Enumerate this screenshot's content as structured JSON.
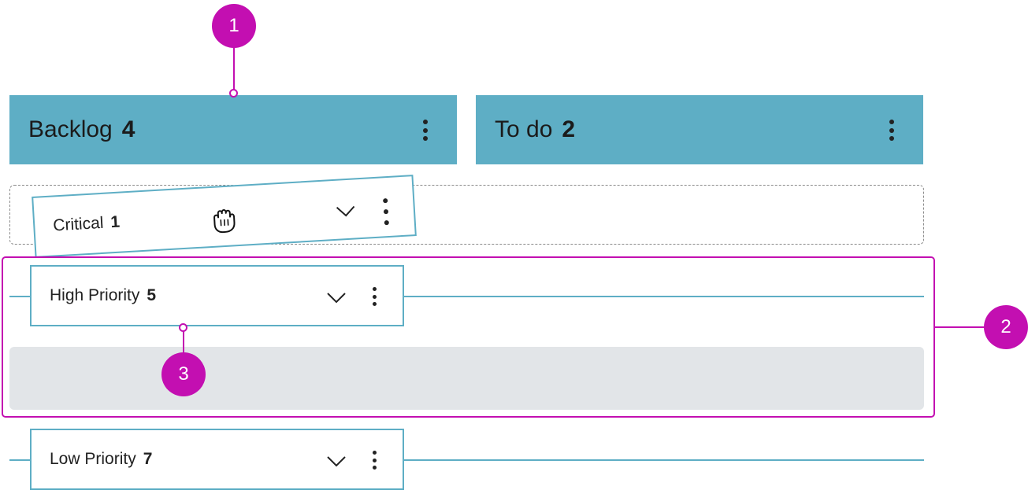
{
  "columns": [
    {
      "title": "Backlog",
      "count": "4"
    },
    {
      "title": "To do",
      "count": "2"
    }
  ],
  "dragged_lane": {
    "label": "Critical",
    "count": "1"
  },
  "lanes": [
    {
      "label": "High Priority",
      "count": "5"
    },
    {
      "label": "Low Priority",
      "count": "7"
    }
  ],
  "annotations": [
    "1",
    "2",
    "3"
  ],
  "icons": {
    "more": "kebab-icon",
    "expand": "chevron-down-icon",
    "drag": "grab-hand-icon"
  },
  "colors": {
    "header": "#5eaec5",
    "annotation": "#c30fb1",
    "lane_body": "#e2e5e8"
  }
}
